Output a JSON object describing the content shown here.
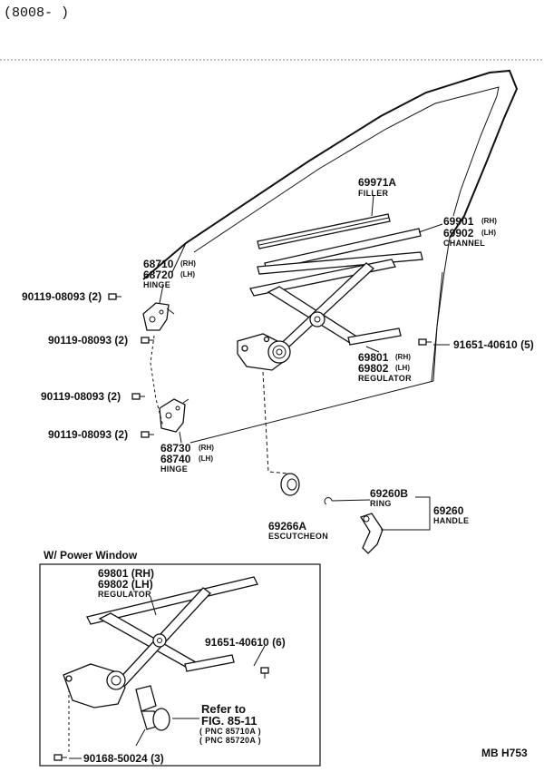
{
  "header": {
    "date_range": "(8008-         )"
  },
  "catalog_code": "MB  H753",
  "filler": {
    "part": "69971A",
    "name": "FILLER"
  },
  "channel": {
    "rh": "69901",
    "lh": "69902",
    "rh_suffix": "(RH)",
    "lh_suffix": "(LH)",
    "name": "CHANNEL"
  },
  "upper_hinge": {
    "rh": "68710",
    "lh": "68720",
    "rh_suffix": "(RH)",
    "lh_suffix": "(LH)",
    "name": "HINGE"
  },
  "lower_hinge": {
    "rh": "68730",
    "lh": "68740",
    "rh_suffix": "(RH)",
    "lh_suffix": "(LH)",
    "name": "HINGE"
  },
  "regulator": {
    "rh": "69801",
    "lh": "69802",
    "rh_suffix": "(RH)",
    "lh_suffix": "(LH)",
    "name": "REGULATOR"
  },
  "bolts": {
    "b1": "90119-08093 (2)",
    "b2": "90119-08093 (2)",
    "b3": "90119-08093 (2)",
    "b4": "90119-08093 (2)",
    "regulator_screw": "91651-40610 (5)"
  },
  "ring": {
    "part": "69260B",
    "name": "RING"
  },
  "handle": {
    "part": "69260",
    "name": "HANDLE"
  },
  "escutcheon": {
    "part": "69266A",
    "name": "ESCUTCHEON"
  },
  "power_window": {
    "title": "W/ Power Window",
    "regulator_rh": "69801 (RH)",
    "regulator_lh": "69802 (LH)",
    "regulator_name": "REGULATOR",
    "screw": "91651-40610 (6)",
    "refer_line1": "Refer to",
    "refer_line2": "FIG. 85-11",
    "pnc1": "( PNC 85710A )",
    "pnc2": "( PNC 85720A )",
    "bolt": "90168-50024 (3)"
  }
}
